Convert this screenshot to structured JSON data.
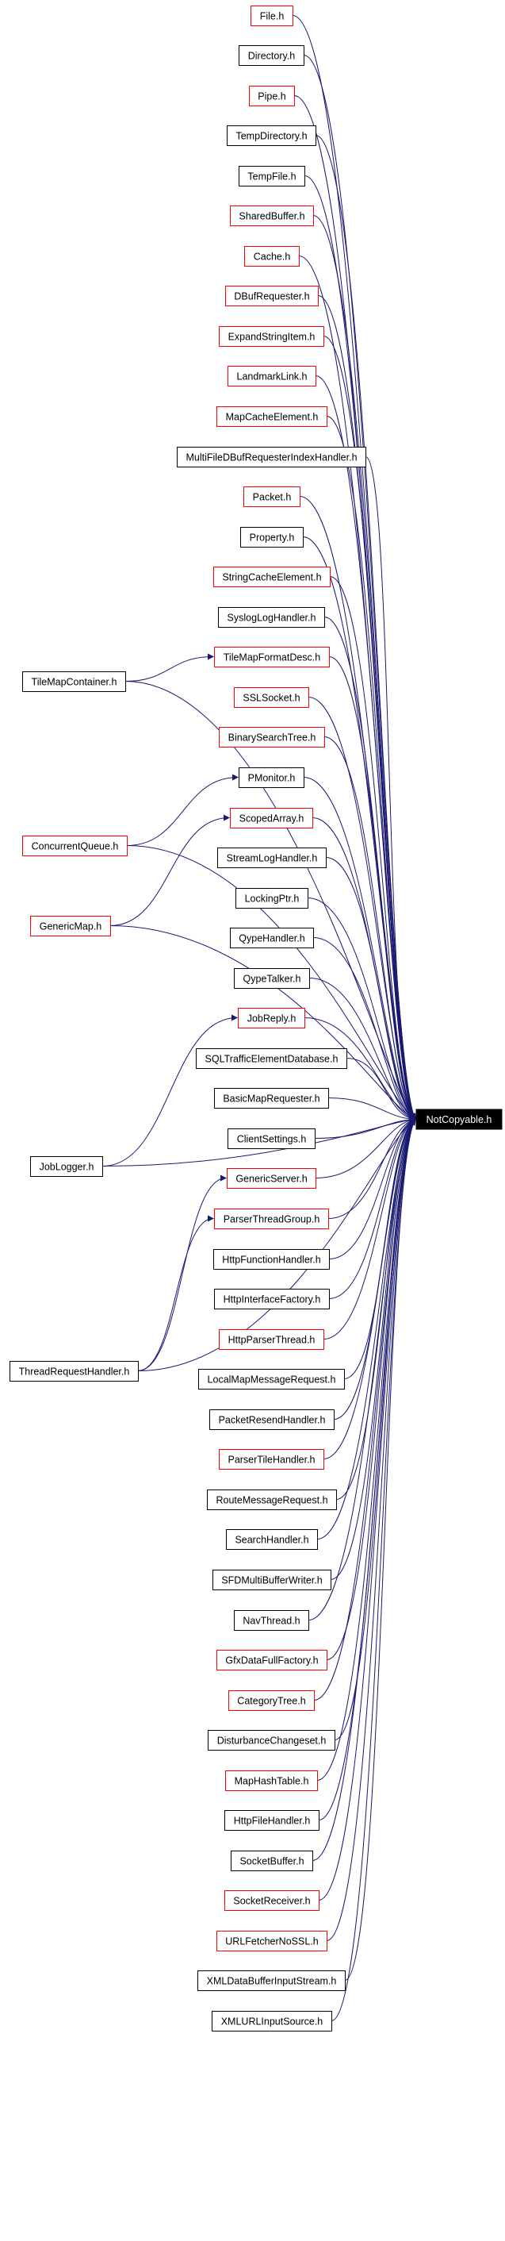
{
  "colors": {
    "edge": "#191970",
    "node_black_border": "#000000",
    "node_red_border": "#ff0000",
    "target_fill": "#000000",
    "target_text": "#ffffff"
  },
  "target": {
    "label": "NotCopyable.h"
  },
  "nodes": [
    {
      "id": "n0",
      "label": "File.h",
      "style": "red"
    },
    {
      "id": "n1",
      "label": "Directory.h",
      "style": "black"
    },
    {
      "id": "n2",
      "label": "Pipe.h",
      "style": "red"
    },
    {
      "id": "n3",
      "label": "TempDirectory.h",
      "style": "black"
    },
    {
      "id": "n4",
      "label": "TempFile.h",
      "style": "black"
    },
    {
      "id": "n5",
      "label": "SharedBuffer.h",
      "style": "red"
    },
    {
      "id": "n6",
      "label": "Cache.h",
      "style": "red"
    },
    {
      "id": "n7",
      "label": "DBufRequester.h",
      "style": "red"
    },
    {
      "id": "n8",
      "label": "ExpandStringItem.h",
      "style": "red"
    },
    {
      "id": "n9",
      "label": "LandmarkLink.h",
      "style": "red"
    },
    {
      "id": "n10",
      "label": "MapCacheElement.h",
      "style": "red"
    },
    {
      "id": "n11",
      "label": "MultiFileDBufRequesterIndexHandler.h",
      "style": "black"
    },
    {
      "id": "n12",
      "label": "Packet.h",
      "style": "red"
    },
    {
      "id": "n13",
      "label": "Property.h",
      "style": "black"
    },
    {
      "id": "n14",
      "label": "StringCacheElement.h",
      "style": "red"
    },
    {
      "id": "n15",
      "label": "SyslogLogHandler.h",
      "style": "black"
    },
    {
      "id": "n16",
      "label": "TileMapContainer.h",
      "style": "black"
    },
    {
      "id": "n17",
      "label": "TileMapFormatDesc.h",
      "style": "red"
    },
    {
      "id": "n18",
      "label": "SSLSocket.h",
      "style": "red"
    },
    {
      "id": "n19",
      "label": "BinarySearchTree.h",
      "style": "red"
    },
    {
      "id": "n20",
      "label": "ConcurrentQueue.h",
      "style": "red"
    },
    {
      "id": "n21",
      "label": "PMonitor.h",
      "style": "black"
    },
    {
      "id": "n22",
      "label": "GenericMap.h",
      "style": "red"
    },
    {
      "id": "n23",
      "label": "ScopedArray.h",
      "style": "red"
    },
    {
      "id": "n24",
      "label": "StreamLogHandler.h",
      "style": "black"
    },
    {
      "id": "n25",
      "label": "LockingPtr.h",
      "style": "black"
    },
    {
      "id": "n26",
      "label": "QypeHandler.h",
      "style": "black"
    },
    {
      "id": "n27",
      "label": "QypeTalker.h",
      "style": "black"
    },
    {
      "id": "n28",
      "label": "JobLogger.h",
      "style": "black"
    },
    {
      "id": "n29",
      "label": "JobReply.h",
      "style": "red"
    },
    {
      "id": "n30",
      "label": "SQLTrafficElementDatabase.h",
      "style": "black"
    },
    {
      "id": "n31",
      "label": "BasicMapRequester.h",
      "style": "black"
    },
    {
      "id": "n32",
      "label": "ClientSettings.h",
      "style": "black"
    },
    {
      "id": "n33",
      "label": "ThreadRequestHandler.h",
      "style": "black"
    },
    {
      "id": "n34",
      "label": "GenericServer.h",
      "style": "red"
    },
    {
      "id": "n35",
      "label": "ParserThreadGroup.h",
      "style": "red"
    },
    {
      "id": "n36",
      "label": "HttpFunctionHandler.h",
      "style": "black"
    },
    {
      "id": "n37",
      "label": "HttpInterfaceFactory.h",
      "style": "black"
    },
    {
      "id": "n38",
      "label": "HttpParserThread.h",
      "style": "red"
    },
    {
      "id": "n39",
      "label": "LocalMapMessageRequest.h",
      "style": "black"
    },
    {
      "id": "n40",
      "label": "PacketResendHandler.h",
      "style": "black"
    },
    {
      "id": "n41",
      "label": "ParserTileHandler.h",
      "style": "red"
    },
    {
      "id": "n42",
      "label": "RouteMessageRequest.h",
      "style": "black"
    },
    {
      "id": "n43",
      "label": "SearchHandler.h",
      "style": "black"
    },
    {
      "id": "n44",
      "label": "SFDMultiBufferWriter.h",
      "style": "black"
    },
    {
      "id": "n45",
      "label": "NavThread.h",
      "style": "black"
    },
    {
      "id": "n46",
      "label": "GfxDataFullFactory.h",
      "style": "red"
    },
    {
      "id": "n47",
      "label": "CategoryTree.h",
      "style": "red"
    },
    {
      "id": "n48",
      "label": "DisturbanceChangeset.h",
      "style": "black"
    },
    {
      "id": "n49",
      "label": "MapHashTable.h",
      "style": "red"
    },
    {
      "id": "n50",
      "label": "HttpFileHandler.h",
      "style": "black"
    },
    {
      "id": "n51",
      "label": "SocketBuffer.h",
      "style": "black"
    },
    {
      "id": "n52",
      "label": "SocketReceiver.h",
      "style": "red"
    },
    {
      "id": "n53",
      "label": "URLFetcherNoSSL.h",
      "style": "red"
    },
    {
      "id": "n54",
      "label": "XMLDataBufferInputStream.h",
      "style": "black"
    },
    {
      "id": "n55",
      "label": "XMLURLInputSource.h",
      "style": "black"
    }
  ],
  "edges": [
    [
      "n16",
      "n17"
    ],
    [
      "n20",
      "n21"
    ],
    [
      "n22",
      "n23"
    ],
    [
      "n28",
      "n29"
    ],
    [
      "n33",
      "n34"
    ],
    [
      "n33",
      "n35"
    ]
  ]
}
